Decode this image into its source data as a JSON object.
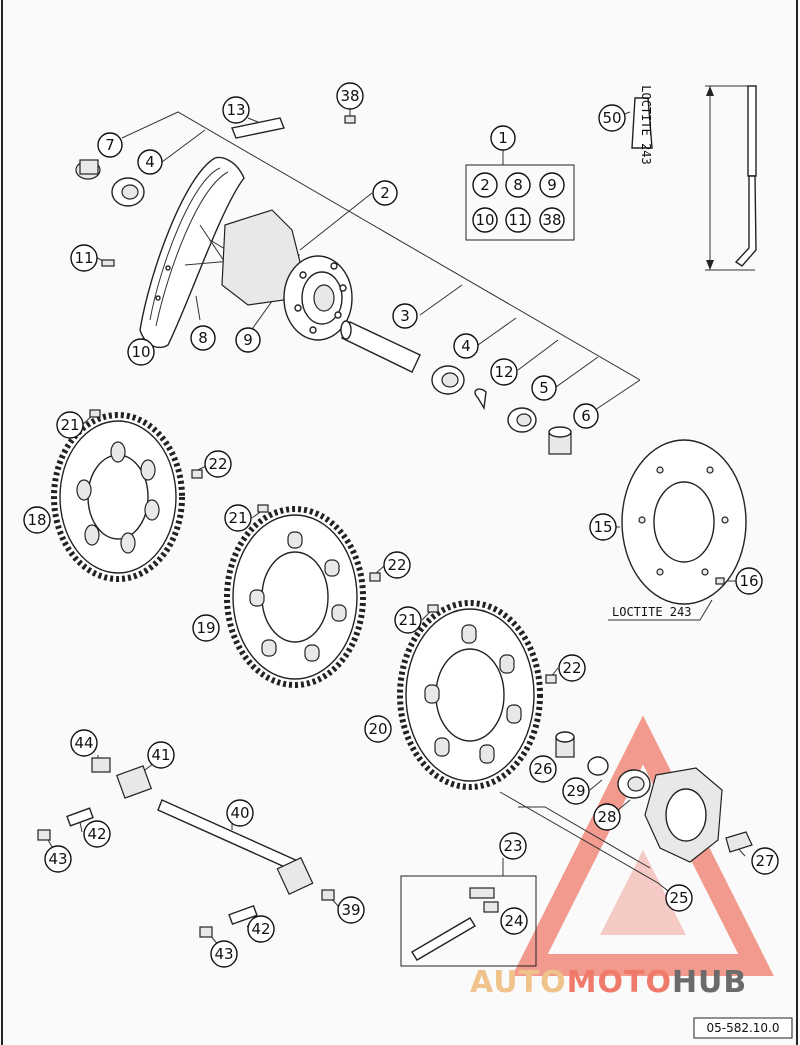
{
  "callouts": [
    {
      "id": "c1",
      "label": "1"
    },
    {
      "id": "c2",
      "label": "2"
    },
    {
      "id": "c3",
      "label": "3"
    },
    {
      "id": "c4a",
      "label": "4"
    },
    {
      "id": "c4b",
      "label": "4"
    },
    {
      "id": "c5",
      "label": "5"
    },
    {
      "id": "c6",
      "label": "6"
    },
    {
      "id": "c7",
      "label": "7"
    },
    {
      "id": "c8",
      "label": "8"
    },
    {
      "id": "c9",
      "label": "9"
    },
    {
      "id": "c10",
      "label": "10"
    },
    {
      "id": "c11",
      "label": "11"
    },
    {
      "id": "c12",
      "label": "12"
    },
    {
      "id": "c13",
      "label": "13"
    },
    {
      "id": "c15",
      "label": "15"
    },
    {
      "id": "c16",
      "label": "16"
    },
    {
      "id": "c18",
      "label": "18"
    },
    {
      "id": "c19",
      "label": "19"
    },
    {
      "id": "c20",
      "label": "20"
    },
    {
      "id": "c21a",
      "label": "21"
    },
    {
      "id": "c21b",
      "label": "21"
    },
    {
      "id": "c21c",
      "label": "21"
    },
    {
      "id": "c22a",
      "label": "22"
    },
    {
      "id": "c22b",
      "label": "22"
    },
    {
      "id": "c22c",
      "label": "22"
    },
    {
      "id": "c23",
      "label": "23"
    },
    {
      "id": "c24",
      "label": "24"
    },
    {
      "id": "c25",
      "label": "25"
    },
    {
      "id": "c26",
      "label": "26"
    },
    {
      "id": "c27",
      "label": "27"
    },
    {
      "id": "c28",
      "label": "28"
    },
    {
      "id": "c29",
      "label": "29"
    },
    {
      "id": "c38",
      "label": "38"
    },
    {
      "id": "c39",
      "label": "39"
    },
    {
      "id": "c40",
      "label": "40"
    },
    {
      "id": "c41",
      "label": "41"
    },
    {
      "id": "c42a",
      "label": "42"
    },
    {
      "id": "c42b",
      "label": "42"
    },
    {
      "id": "c43a",
      "label": "43"
    },
    {
      "id": "c43b",
      "label": "43"
    },
    {
      "id": "c44",
      "label": "44"
    },
    {
      "id": "c50",
      "label": "50"
    }
  ],
  "kit_items": [
    "2",
    "8",
    "9",
    "10",
    "11",
    "38"
  ],
  "loctite_note": "LOCTITE 243",
  "tube_label": "LOCTITE 243",
  "watermark": {
    "part1": "AUTO",
    "part2": "MOTO",
    "part3": "HUB"
  },
  "reference_code": "05-582.10.0",
  "colors": {
    "line": "#222222",
    "watermark_red": "#f07a6a",
    "watermark_orange": "#f0c28c",
    "watermark_gray": "#6b6b6b"
  }
}
